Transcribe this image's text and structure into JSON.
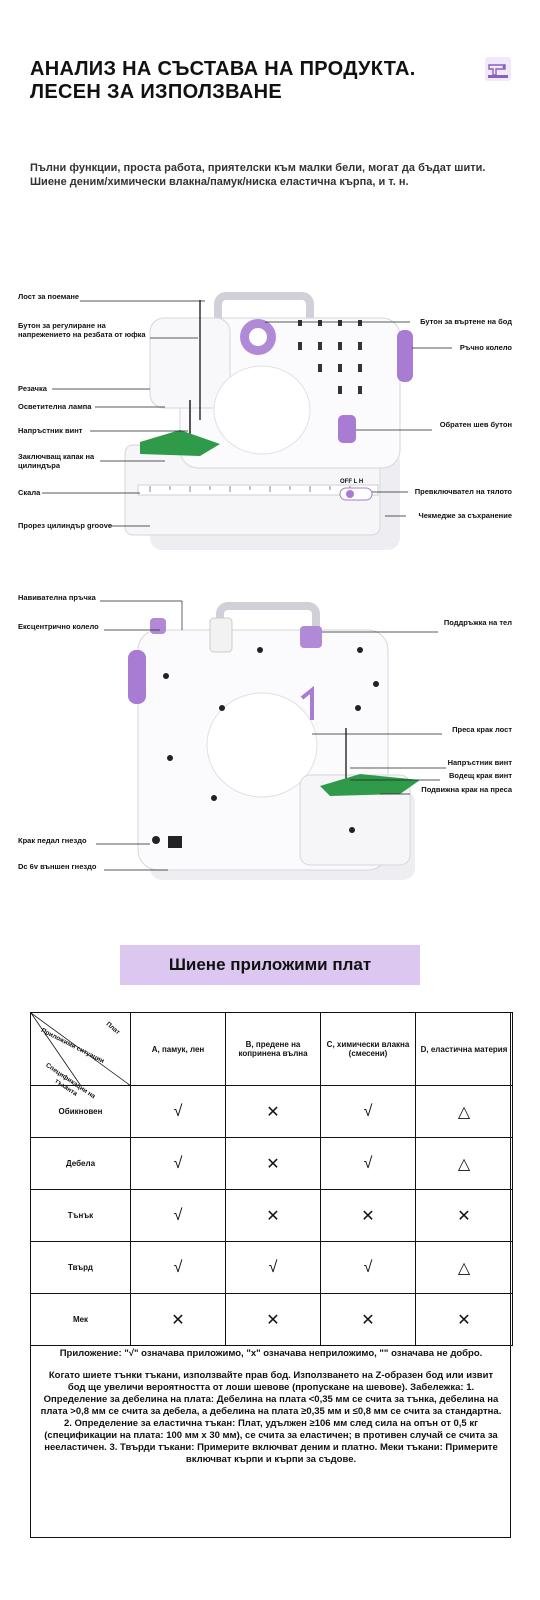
{
  "header": {
    "title_line1": "АНАЛИЗ НА СЪСТАВА НА ПРОДУКТА.",
    "title_line2": "ЛЕСЕН ЗА ИЗПОЛЗВАНЕ",
    "subtitle_line1": "Пълни функции, проста работа, приятелски към малки бели, могат да бъдат шити.",
    "subtitle_line2": "Шиене деним/химически влакна/памук/ниска еластична кърпа, и т. н."
  },
  "front_view": {
    "labels_left": [
      "Лост за поемане",
      "Бутон за регулиране на",
      "напрежението на резбата от юфка",
      "Резачка",
      "Осветителна лампа",
      "Напръстник винт",
      "Заключващ капак на",
      "цилиндъра",
      "Скала",
      "Прорез цилиндър groove"
    ],
    "labels_right": [
      "Бутон за въртене на бод",
      "Ръчно колело",
      "Обратен шев бутон",
      "Превключвател на тялото",
      "Чекмедже за съхранение"
    ],
    "switch_text": "OFF  L   H"
  },
  "back_view": {
    "labels_left": [
      "Навивателна пръчка",
      "Ексцентрично колело",
      "Крак педал гнездо",
      "Dc 6v външен гнездо"
    ],
    "labels_right": [
      "Поддръжка на тел",
      "Преса крак лост",
      "Напръстник винт",
      "Водещ крак винт",
      "Подвижна крак на преса"
    ]
  },
  "banner": {
    "text": "Шиене приложими плат"
  },
  "table": {
    "corner_fabric": "Плат",
    "corner_situation": "Приложими ситуации",
    "corner_spec_line1": "Спецификации на",
    "corner_spec_line2": "тъканта",
    "columns": [
      "A, памук, лен",
      "B, предене на копринена вълна",
      "C, химически влакна (смесени)",
      "D, еластична материя"
    ],
    "rows": [
      {
        "label": "Обикновен",
        "cells": [
          "√",
          "✕",
          "√",
          "△"
        ]
      },
      {
        "label": "Дебела",
        "cells": [
          "√",
          "✕",
          "√",
          "△"
        ]
      },
      {
        "label": "Тънък",
        "cells": [
          "√",
          "✕",
          "✕",
          "✕"
        ]
      },
      {
        "label": "Твърд",
        "cells": [
          "√",
          "√",
          "√",
          "△"
        ]
      },
      {
        "label": "Мек",
        "cells": [
          "✕",
          "✕",
          "✕",
          "✕"
        ]
      }
    ]
  },
  "notes": {
    "legend": "Приложение: \"√\" означава приложимо, \"x\" означава неприложимо, \"\" означава не добро.",
    "detail": "Когато шиете тънки тъкани, използвайте прав бод. Използването на Z-образен бод или извит бод ще увеличи вероятността от лоши шевове (пропускане на шевове). Забележка: 1. Определение за дебелина на плата: Дебелина на плата <0,35 мм се счита за тънка, дебелина на плата >0,8 мм се счита за дебела, а дебелина на плата ≥0,35 мм и ≤0,8 мм се счита за стандартна. 2. Определение за еластична тъкан: Плат, удължен ≥106 мм след сила на опън от 0,5 кг (спецификации на плата: 100 мм x 30 мм), се счита за еластичен; в противен случай се счита за нееластичен. 3. Твърди тъкани: Примерите включват деним и платно. Меки тъкани: Примерите включват кърпи и кърпи за съдове."
  },
  "colors": {
    "accent_purple": "#b08ad6",
    "banner_bg": "#dcc7f0",
    "fabric_green": "#2e9a4a"
  }
}
